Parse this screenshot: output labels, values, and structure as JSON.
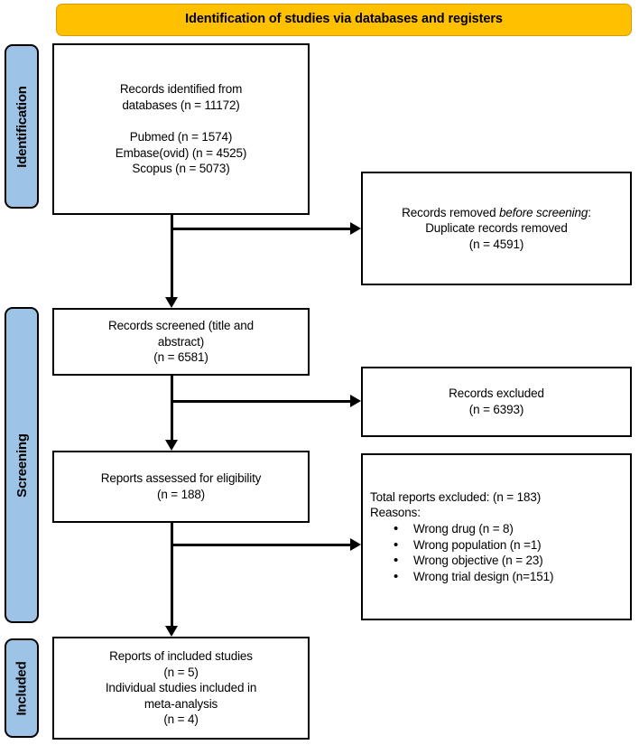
{
  "banner": {
    "title": "Identification of studies via databases and registers"
  },
  "stages": [
    {
      "id": "identification",
      "label": "Identification"
    },
    {
      "id": "screening",
      "label": "Screening"
    },
    {
      "id": "included",
      "label": "Included"
    }
  ],
  "boxes": {
    "identified": {
      "text": "Records identified from\ndatabases (n = 11172)\n\nPubmed (n = 1574)\nEmbase(ovid) (n = 4525)\nScopus (n = 5073)"
    },
    "removed": {
      "line1_a": "Records removed ",
      "line1_em": "before screening",
      "line1_b": ":",
      "line2": "Duplicate records removed",
      "line3": "(n = 4591)"
    },
    "screened": {
      "text": "Records screened (title and\nabstract)\n(n = 6581)"
    },
    "records_excluded": {
      "text": "Records excluded\n(n = 6393)"
    },
    "eligibility": {
      "text": "Reports assessed for eligibility\n(n = 188)"
    },
    "reports_excluded": {
      "total_line": "Total reports excluded: (n = 183)",
      "reasons_label": "Reasons:",
      "reasons": [
        "Wrong drug (n = 8)",
        "Wrong population (n =1)",
        "Wrong objective (n = 23)",
        "Wrong trial design (n=151)"
      ]
    },
    "included": {
      "text": "Reports of included studies\n(n = 5)\nIndividual studies included in\nmeta-analysis\n(n = 4)"
    }
  },
  "colors": {
    "banner_fill": "#FFC000",
    "stage_fill": "#9DC3E6",
    "box_border": "#000000",
    "box_fill": "#FFFFFF",
    "text": "#000000"
  },
  "chart_data": {
    "type": "diagram",
    "title": "PRISMA 2020 flow diagram",
    "nodes": [
      {
        "id": "identified",
        "stage": "Identification",
        "label": "Records identified from databases",
        "n": 11172,
        "sources": [
          {
            "name": "Pubmed",
            "n": 1574
          },
          {
            "name": "Embase(ovid)",
            "n": 4525
          },
          {
            "name": "Scopus",
            "n": 5073
          }
        ]
      },
      {
        "id": "removed",
        "stage": "Identification",
        "label": "Records removed before screening: Duplicate records removed",
        "n": 4591
      },
      {
        "id": "screened",
        "stage": "Screening",
        "label": "Records screened (title and abstract)",
        "n": 6581
      },
      {
        "id": "records_excluded",
        "stage": "Screening",
        "label": "Records excluded",
        "n": 6393
      },
      {
        "id": "eligibility",
        "stage": "Screening",
        "label": "Reports assessed for eligibility",
        "n": 188
      },
      {
        "id": "reports_excluded",
        "stage": "Screening",
        "label": "Total reports excluded",
        "n": 183,
        "reasons": [
          {
            "name": "Wrong drug",
            "n": 8
          },
          {
            "name": "Wrong population",
            "n": 1
          },
          {
            "name": "Wrong objective",
            "n": 23
          },
          {
            "name": "Wrong trial design",
            "n": 151
          }
        ]
      },
      {
        "id": "included_reports",
        "stage": "Included",
        "label": "Reports of included studies",
        "n": 5
      },
      {
        "id": "included_meta",
        "stage": "Included",
        "label": "Individual studies included in meta-analysis",
        "n": 4
      }
    ],
    "edges": [
      {
        "from": "identified",
        "to": "removed",
        "direction": "right"
      },
      {
        "from": "identified",
        "to": "screened",
        "direction": "down"
      },
      {
        "from": "screened",
        "to": "records_excluded",
        "direction": "right"
      },
      {
        "from": "screened",
        "to": "eligibility",
        "direction": "down"
      },
      {
        "from": "eligibility",
        "to": "reports_excluded",
        "direction": "right"
      },
      {
        "from": "eligibility",
        "to": "included_reports",
        "direction": "down"
      }
    ]
  }
}
